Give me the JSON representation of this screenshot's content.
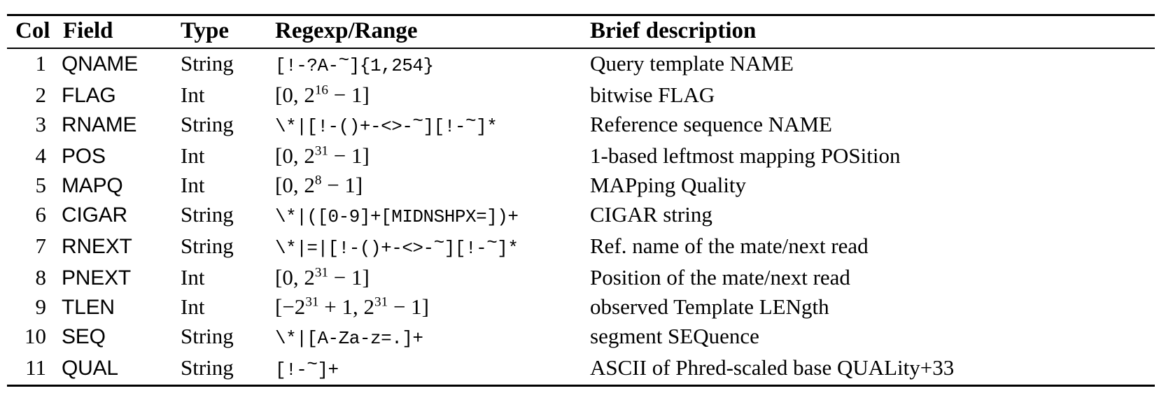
{
  "table": {
    "caption_present": false,
    "headers": [
      "Col",
      "Field",
      "Type",
      "Regexp/Range",
      "Brief description"
    ],
    "rows": [
      {
        "col": "1",
        "field": "QNAME",
        "type": "String",
        "regexp": "[!-?A-~]{1,254}",
        "regexp_kind": "mono",
        "description": "Query template NAME"
      },
      {
        "col": "2",
        "field": "FLAG",
        "type": "Int",
        "regexp": "[0, 2^16 − 1]",
        "regexp_kind": "math",
        "range_min": "0",
        "range_max_base": "2",
        "range_max_exp": "16",
        "description": "bitwise FLAG"
      },
      {
        "col": "3",
        "field": "RNAME",
        "type": "String",
        "regexp": "\\*|[!-()+-<>-~][!-~]*",
        "regexp_kind": "mono",
        "description": "Reference sequence NAME"
      },
      {
        "col": "4",
        "field": "POS",
        "type": "Int",
        "regexp": "[0, 2^31 − 1]",
        "regexp_kind": "math",
        "range_min": "0",
        "range_max_base": "2",
        "range_max_exp": "31",
        "description": "1-based leftmost mapping POSition"
      },
      {
        "col": "5",
        "field": "MAPQ",
        "type": "Int",
        "regexp": "[0, 2^8 − 1]",
        "regexp_kind": "math",
        "range_min": "0",
        "range_max_base": "2",
        "range_max_exp": "8",
        "description": "MAPping Quality"
      },
      {
        "col": "6",
        "field": "CIGAR",
        "type": "String",
        "regexp": "\\*|([0-9]+[MIDNSHPX=])+",
        "regexp_kind": "mono",
        "description": "CIGAR string"
      },
      {
        "col": "7",
        "field": "RNEXT",
        "type": "String",
        "regexp": "\\*|=|[!-()+-<>-~][!-~]*",
        "regexp_kind": "mono",
        "description": "Ref. name of the mate/next read"
      },
      {
        "col": "8",
        "field": "PNEXT",
        "type": "Int",
        "regexp": "[0, 2^31 − 1]",
        "regexp_kind": "math",
        "range_min": "0",
        "range_max_base": "2",
        "range_max_exp": "31",
        "description": "Position of the mate/next read"
      },
      {
        "col": "9",
        "field": "TLEN",
        "type": "Int",
        "regexp": "[−2^31 + 1, 2^31 − 1]",
        "regexp_kind": "math-signed",
        "range_min_base": "2",
        "range_min_exp": "31",
        "range_max_base": "2",
        "range_max_exp": "31",
        "description": "observed Template LENgth"
      },
      {
        "col": "10",
        "field": "SEQ",
        "type": "String",
        "regexp": "\\*|[A-Za-z=.]+",
        "regexp_kind": "mono",
        "description": "segment SEQuence"
      },
      {
        "col": "11",
        "field": "QUAL",
        "type": "String",
        "regexp": "[!-~]+",
        "regexp_kind": "mono",
        "description": "ASCII of Phred-scaled base QUALity+33"
      }
    ]
  },
  "style": {
    "text_color": "#000000",
    "background_color": "#ffffff",
    "rule_color": "#000000"
  }
}
